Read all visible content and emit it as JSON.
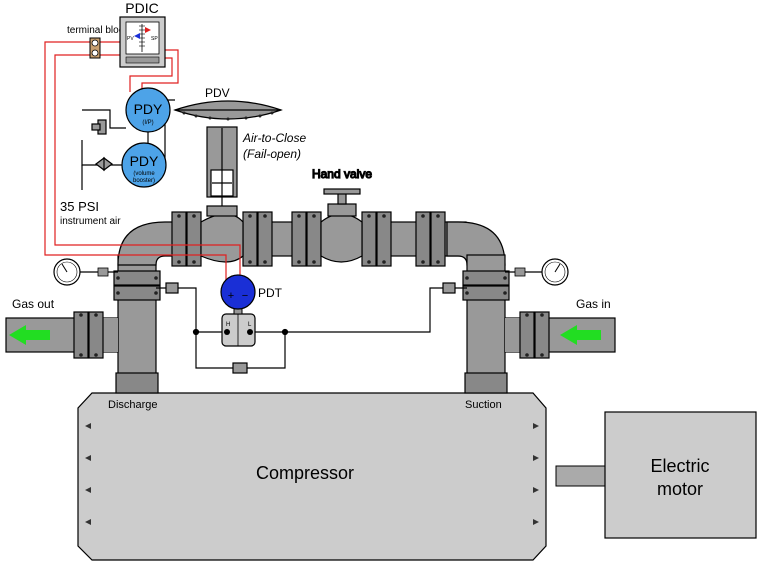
{
  "labels": {
    "pdic": "PDIC",
    "terminal_block": "terminal block",
    "pdic_pv": "PV",
    "pdic_sp": "SP",
    "pdy_ip": "PDY",
    "pdy_ip_sub": "(I/P)",
    "pdy_booster": "PDY",
    "pdy_booster_sub1": "(volume",
    "pdy_booster_sub2": "booster)",
    "pdv": "PDV",
    "air_to_close": "Air-to-Close",
    "fail_open": "(Fail-open)",
    "hand_valve": "Hand valve",
    "supply_psi": "35 PSI",
    "supply_air": "instrument air",
    "pdt": "PDT",
    "pdt_h": "H",
    "pdt_l": "L",
    "pdt_plus": "+",
    "pdt_minus": "−",
    "gas_out": "Gas out",
    "gas_in": "Gas in",
    "discharge": "Discharge",
    "suction": "Suction",
    "compressor": "Compressor",
    "motor_line1": "Electric",
    "motor_line2": "motor"
  },
  "colors": {
    "pipe": "#999999",
    "instrument_blue": "#4da3e8",
    "pdt_blue": "#1a2fd6",
    "signal_red": "#e02020",
    "flow_arrow": "#22dd22",
    "machine": "#cccccc"
  },
  "icons": [
    "pressure-gauge-icon",
    "flow-arrow-icon",
    "bolt-icon"
  ]
}
